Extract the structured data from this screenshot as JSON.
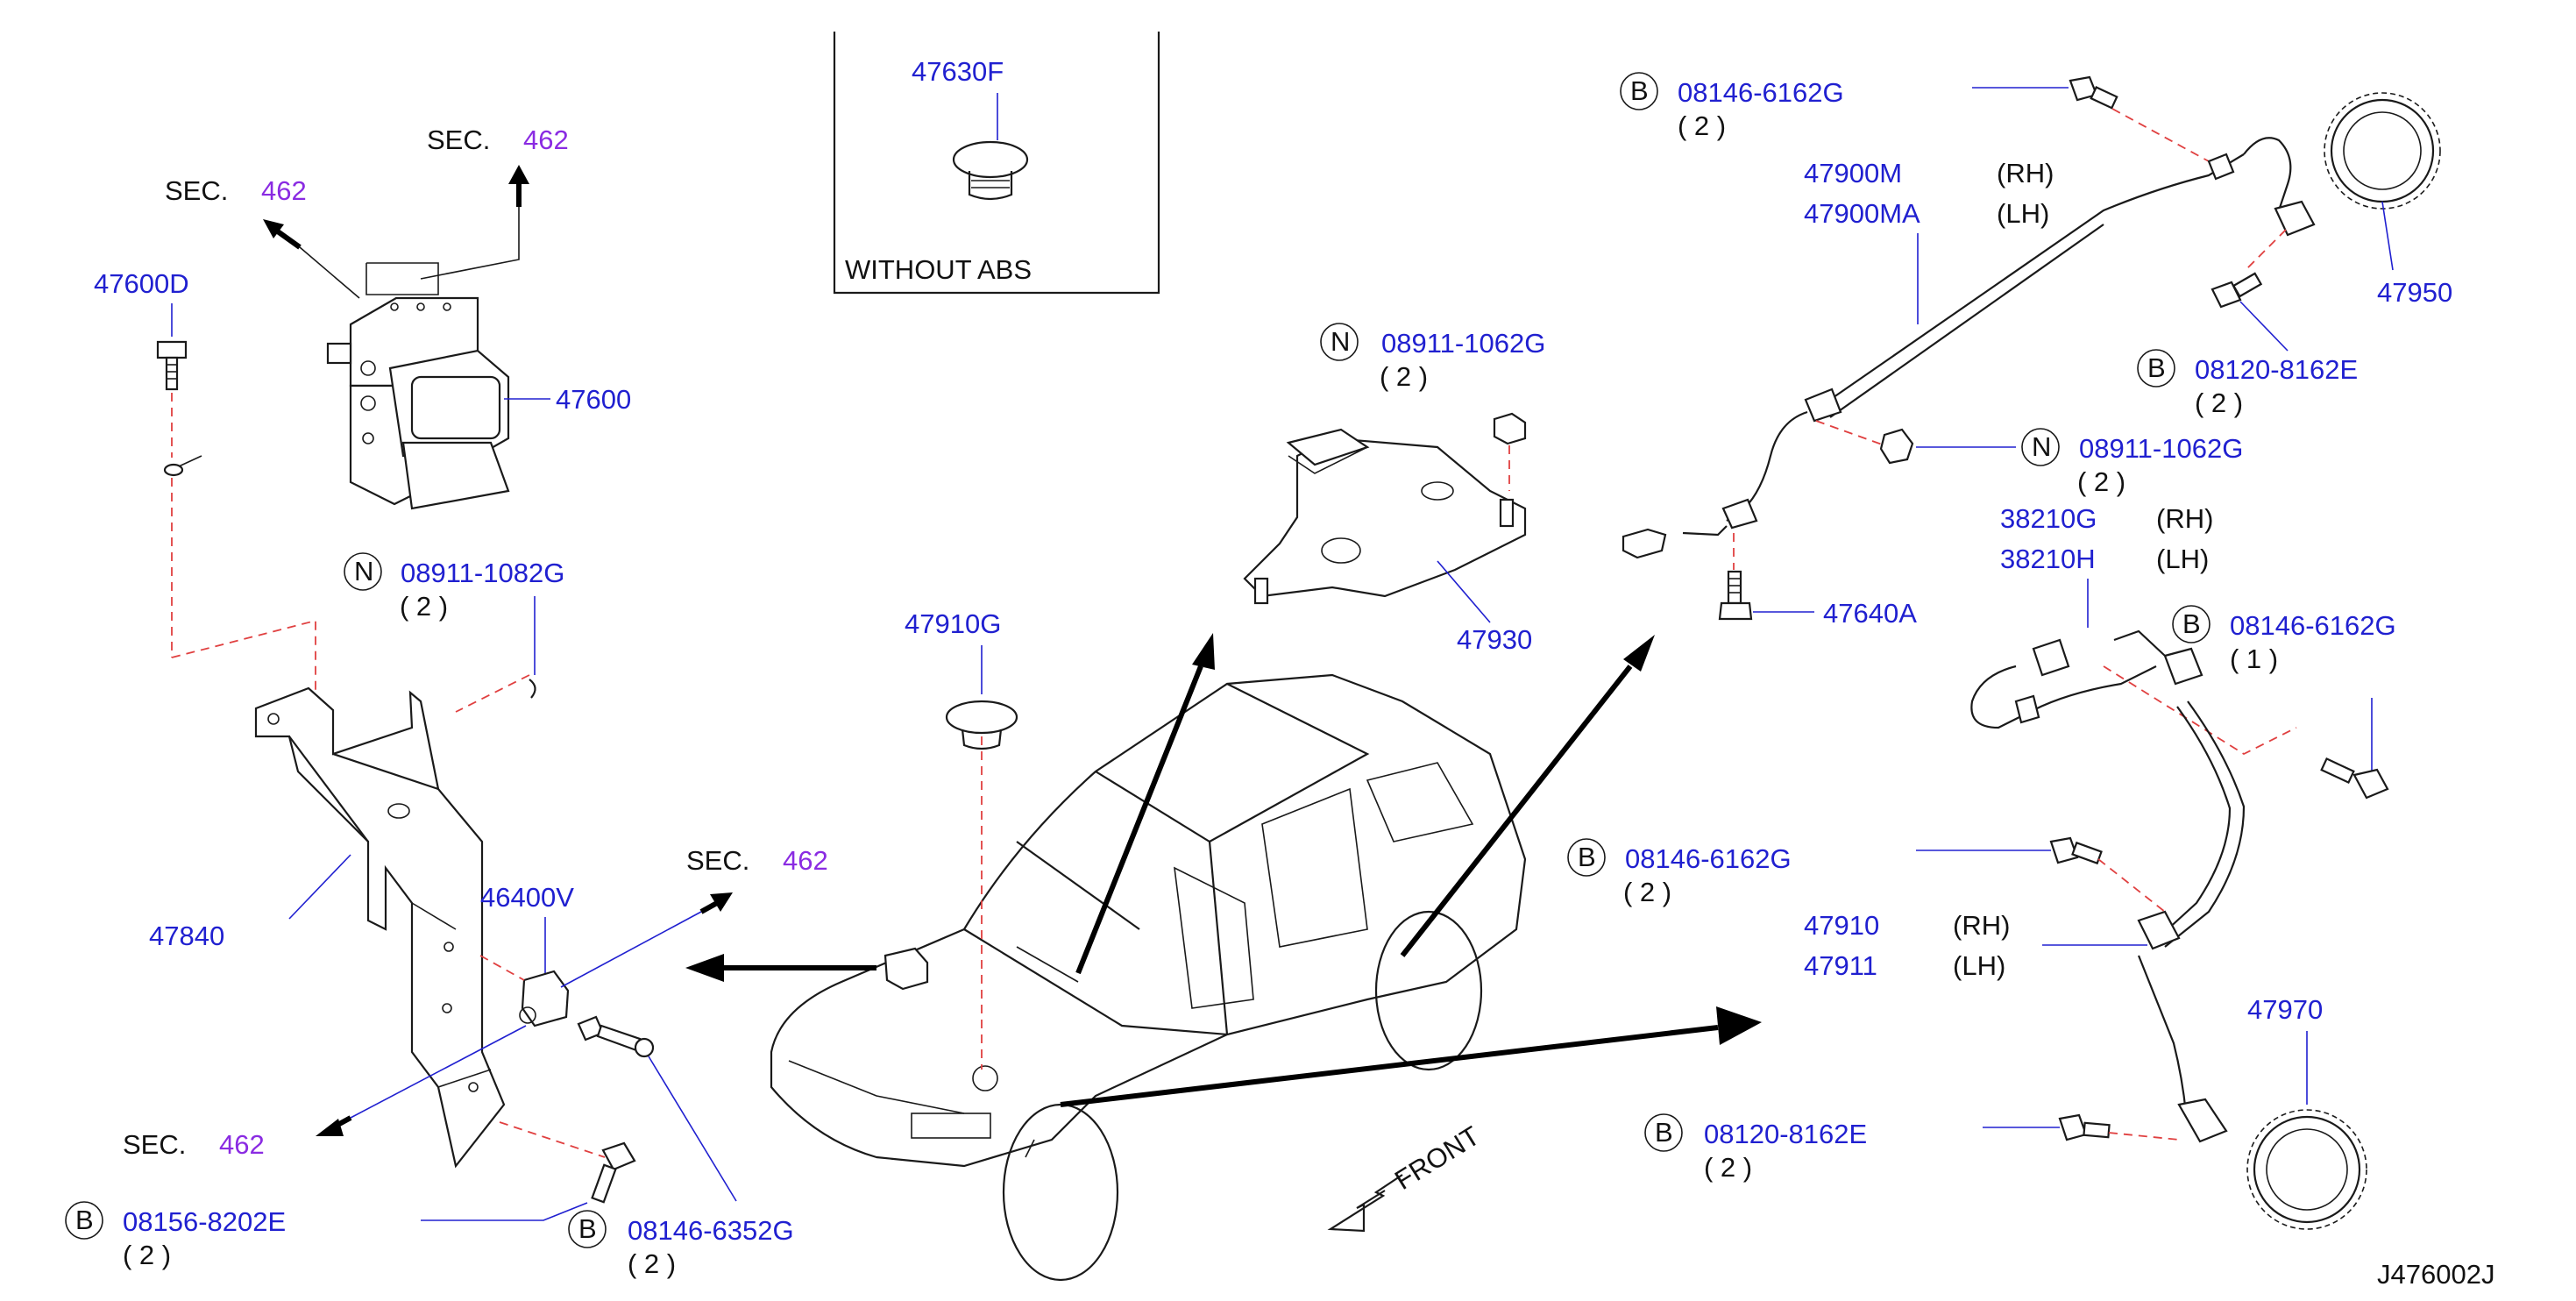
{
  "diagram_code": "J476002J",
  "inset": {
    "part": "47630F",
    "caption": "WITHOUT  ABS"
  },
  "front_label": "FRONT",
  "sec_prefix": "SEC.",
  "sec_number": "462",
  "qty2": "( 2 )",
  "qty1": "( 1 )",
  "circles": {
    "B": "B",
    "N": "N"
  },
  "parts": {
    "p47600D": "47600D",
    "p47600": "47600",
    "p08911_1082G": "08911-1082G",
    "p47840": "47840",
    "p46400V": "46400V",
    "p08156_8202E": "08156-8202E",
    "p08146_6352G": "08146-6352G",
    "p47910G": "47910G",
    "p08911_1062G_a": "08911-1062G",
    "p47930": "47930",
    "p08146_6162G_top": "08146-6162G",
    "p47900M": "47900M",
    "p47900MA": "47900MA",
    "p47950": "47950",
    "p08120_8162E_top": "08120-8162E",
    "p08911_1062G_b": "08911-1062G",
    "p38210G": "38210G",
    "p38210H": "38210H",
    "p08146_6162G_mid": "08146-6162G",
    "p47640A": "47640A",
    "p08146_6162G_low": "08146-6162G",
    "p47910": "47910",
    "p47911": "47911",
    "p47970": "47970",
    "p08120_8162E_low": "08120-8162E"
  },
  "sides": {
    "rh": "(RH)",
    "lh": "(LH)"
  },
  "colors": {
    "part_number": "#2020d0",
    "section_ref": "#8a2be2",
    "dashed_guide": "#e04040",
    "ink": "#1a1a1a"
  }
}
